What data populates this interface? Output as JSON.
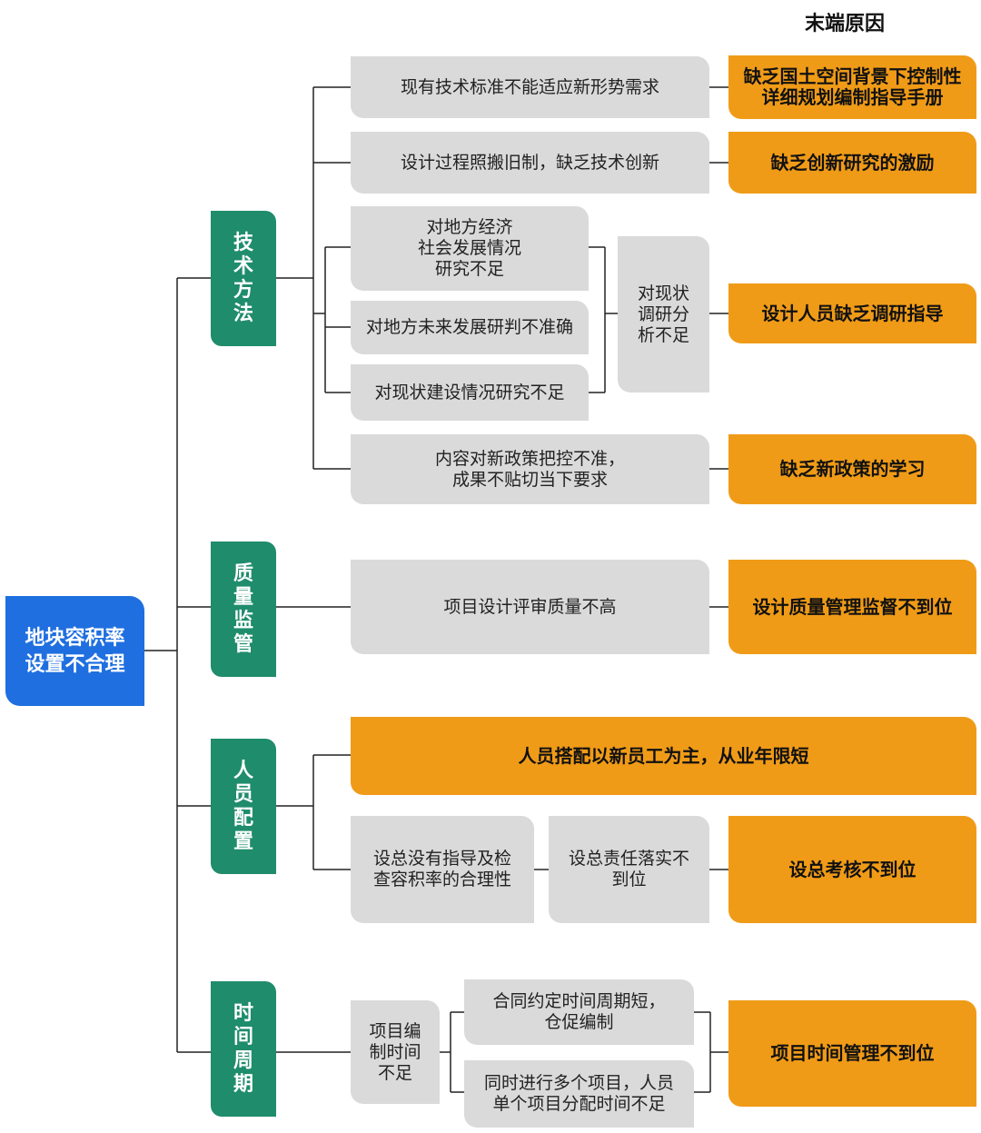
{
  "header": "末端原因",
  "root": "地块容积率\n设置不合理",
  "categories": {
    "tech": "技\n术\n方\n法",
    "quality": "质\n量\n监\n管",
    "staff": "人\n员\n配\n置",
    "time": "时\n间\n周\n期"
  },
  "causes": {
    "standard": "现有技术标准不能适应新形势需求",
    "design_process": "设计过程照搬旧制，缺乏技术创新",
    "econ": "对地方经济\n社会发展情况\n研究不足",
    "future": "对地方未来发展研判不准确",
    "current_state": "对现状建设情况研究不足",
    "research": "对现状\n调研分\n析不足",
    "policy": "内容对新政策把控不准，\n成果不贴切当下要求",
    "review": "项目设计评审质量不高",
    "chief_guide": "设总没有指导及检\n查容积率的合理性",
    "chief_resp": "设总责任落实不\n到位",
    "time_short": "项目编\n制时间\n不足",
    "contract": "合同约定时间周期短，\n仓促编制",
    "multi": "同时进行多个项目，人员\n单个项目分配时间不足"
  },
  "root_causes": {
    "manual": "缺乏国土空间背景下控制性\n详细规划编制指导手册",
    "innovation": "缺乏创新研究的激励",
    "guidance": "设计人员缺乏调研指导",
    "policy_study": "缺乏新政策的学习",
    "qa": "设计质量管理监督不到位",
    "staffing": "人员搭配以新员工为主，从业年限短",
    "assessment": "设总考核不到位",
    "time_mgmt": "项目时间管理不到位"
  },
  "colors": {
    "root": "#1f6fe0",
    "category": "#1f8c6b",
    "cause": "#dadada",
    "root_cause": "#f09b17",
    "line": "#222222"
  }
}
